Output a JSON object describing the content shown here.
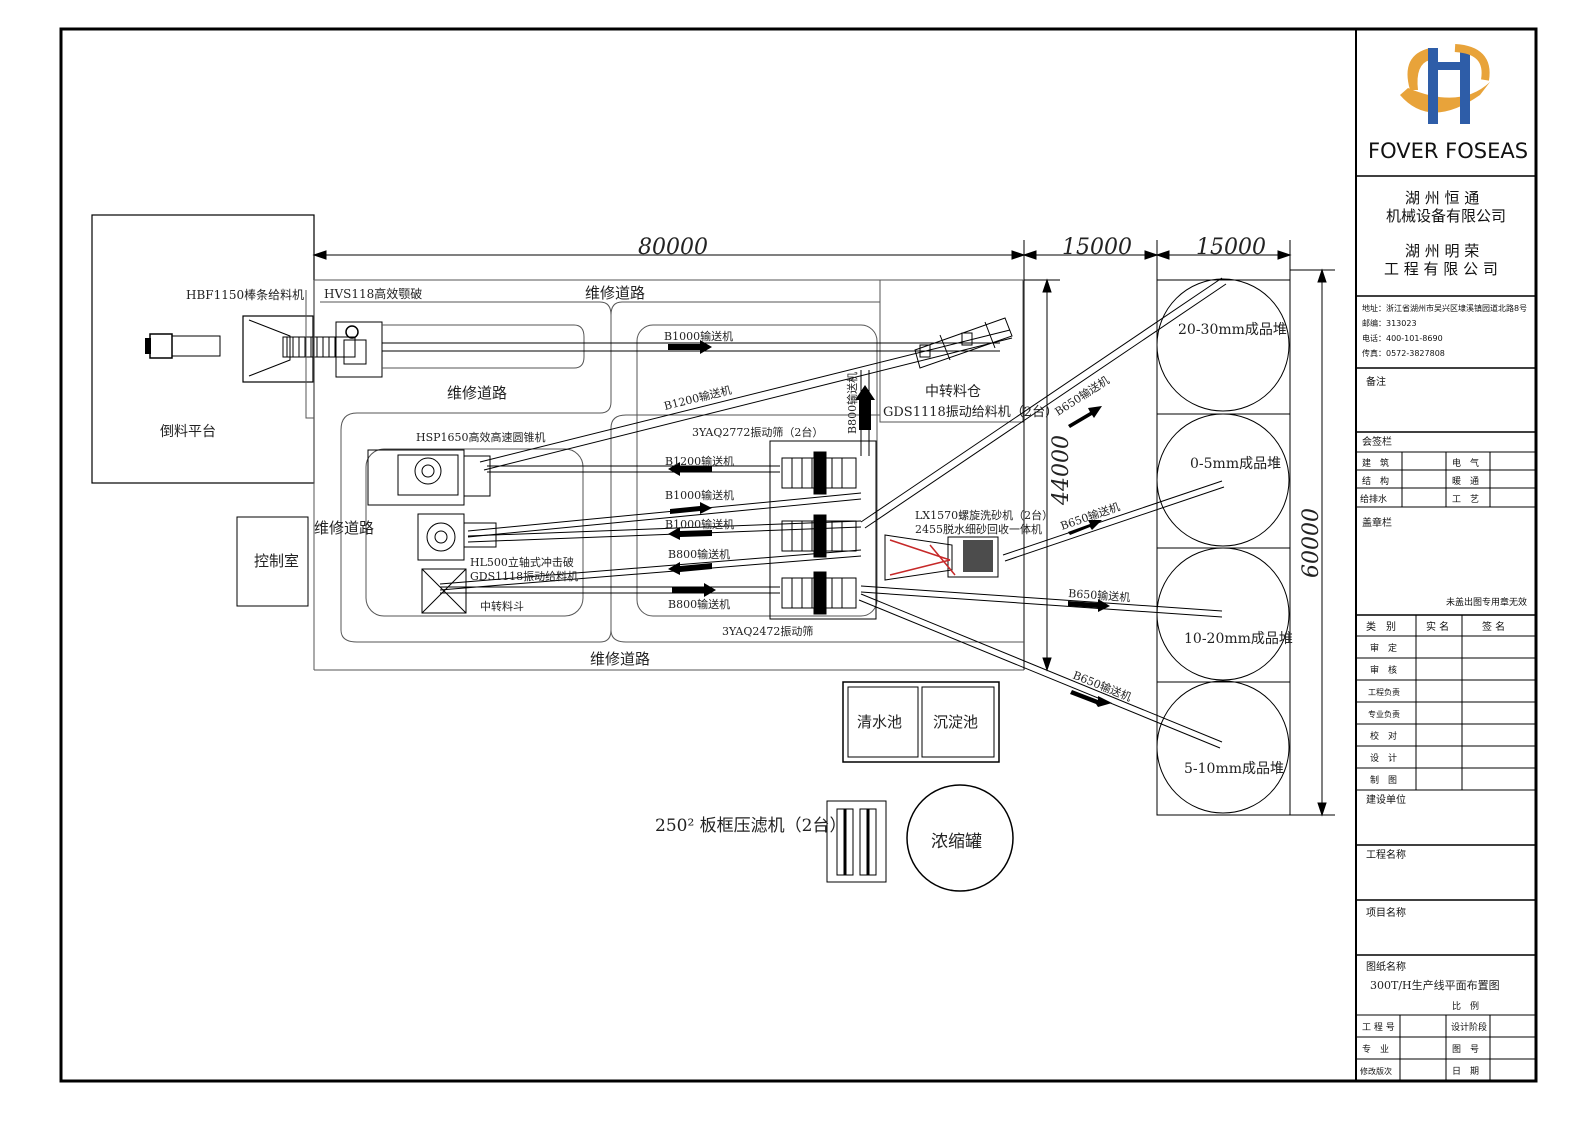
{
  "layout_labels": {
    "platform": "倒料平台",
    "feeder": "HBF1150棒条给料机",
    "jaw": "HVS118高效颚破",
    "road_top": "维修道路",
    "road_mid": "维修道路",
    "road_left": "维修道路",
    "road_bottom": "维修道路",
    "b1000_top": "B1000输送机",
    "b1200_a": "B1200输送机",
    "b800_v": "B800输送机",
    "bin": "中转料仓",
    "gds_top": "GDS1118振动给料机（2台）",
    "cone": "HSP1650高效高速圆锥机",
    "screen_top": "3YAQ2772振动筛（2台）",
    "b1200_b": "B1200输送机",
    "b1000_b": "B1000输送机",
    "b1000_c": "B1000输送机",
    "b800_a": "B800输送机",
    "b800_b": "B800输送机",
    "vsi": "HL500立轴式冲击破",
    "gds_mid": "GDS1118振动给料机",
    "hopper": "中转料斗",
    "screen_bottom": "3YAQ2472振动筛",
    "control": "控制室",
    "washer1": "LX1570螺旋洗砂机（2台）",
    "washer2": "2455脱水细砂回收一体机",
    "b650_1": "B650输送机",
    "b650_2": "B650输送机",
    "b650_3": "B650输送机",
    "b650_4": "B650输送机",
    "pile1": "20-30mm成品堆",
    "pile2": "0-5mm成品堆",
    "pile3": "10-20mm成品堆",
    "pile4": "5-10mm成品堆",
    "clear_pool": "清水池",
    "settle_pool": "沉淀池",
    "filter": "250² 板框压滤机（2台）",
    "thickener": "浓缩罐"
  },
  "dimensions": {
    "d1": "80000",
    "d2": "15000",
    "d3": "15000",
    "d4": "44000",
    "d5": "60000"
  },
  "title_block": {
    "brand": "FOVER FOSEAS",
    "company1_l1": "湖 州 恒 通",
    "company1_l2": "机械设备有限公司",
    "company2_l1": "湖 州 明 荣",
    "company2_l2": "工 程 有 限 公 司",
    "address": "地址：浙江省湖州市吴兴区埭溪镇园道北路8号",
    "postcode": "邮编：313023",
    "phone": "电话：400-101-8690",
    "fax": "传真：0572-3827808",
    "remarks": "备注",
    "countersign": "会签栏",
    "r_arch": "建　筑",
    "r_elec": "电　气",
    "r_struct": "结　构",
    "r_hvac": "暖　通",
    "r_water": "给排水",
    "r_process": "工　艺",
    "stamp": "盖章栏",
    "stamp_note": "未盖出图专用章无效",
    "h_type": "类　别",
    "h_sign_name": "实 名",
    "h_sign": "签 名",
    "approve": "审　定",
    "check": "审　核",
    "proj_lead": "工程负责",
    "spec_lead": "专业负责",
    "proofread": "校　对",
    "design": "设　计",
    "draw": "制　图",
    "builder": "建设单位",
    "project_name": "工程名称",
    "item_name": "项目名称",
    "drawing_name": "图纸名称",
    "drawing_title": "300T/H生产线平面布置图",
    "scale": "比　例",
    "project_no": "工 程 号",
    "phase": "设计阶段",
    "major": "专　业",
    "drawing_no": "图　号",
    "revision": "修改版次",
    "date": "日　期"
  },
  "colors": {
    "brand_orange": "#E8A33A",
    "brand_blue": "#2E5DA8",
    "washer_red": "#C62828"
  }
}
